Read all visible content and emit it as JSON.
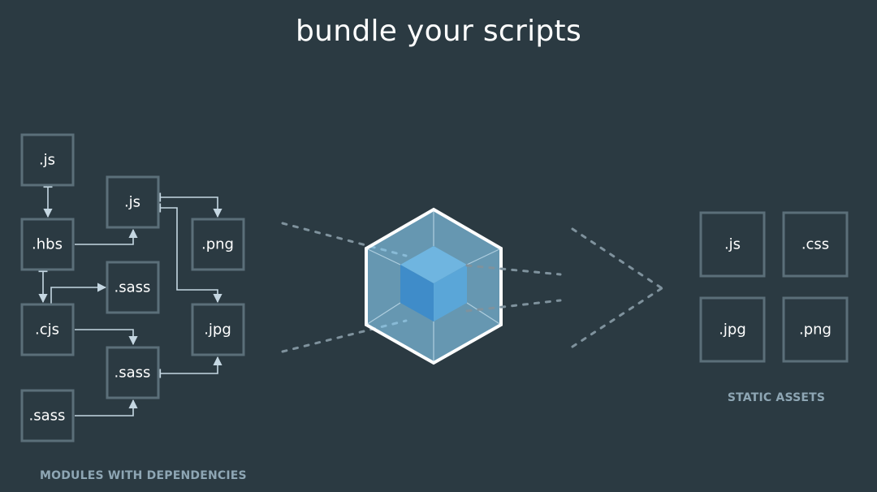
{
  "title": "bundle your scripts",
  "modules": {
    "caption": "MODULES WITH DEPENDENCIES",
    "boxes": [
      {
        "id": "js1",
        "label": ".js"
      },
      {
        "id": "hbs",
        "label": ".hbs"
      },
      {
        "id": "cjs",
        "label": ".cjs"
      },
      {
        "id": "sass3",
        "label": ".sass"
      },
      {
        "id": "js2",
        "label": ".js"
      },
      {
        "id": "sass1",
        "label": ".sass"
      },
      {
        "id": "sass2",
        "label": ".sass"
      },
      {
        "id": "png",
        "label": ".png"
      },
      {
        "id": "jpg",
        "label": ".jpg"
      }
    ]
  },
  "bundler": {
    "icon": "webpack-cube-icon",
    "colors": {
      "outer": "#8ed6fb",
      "inner": "#1c78c0",
      "border": "#ffffff"
    }
  },
  "assets": {
    "caption": "STATIC ASSETS",
    "boxes": [
      {
        "id": "out-js",
        "label": ".js"
      },
      {
        "id": "out-css",
        "label": ".css"
      },
      {
        "id": "out-jpg",
        "label": ".jpg"
      },
      {
        "id": "out-png",
        "label": ".png"
      }
    ]
  },
  "colors": {
    "background": "#2b3a42",
    "box_border": "#5b6f79",
    "connector": "#c5d7e2",
    "caption": "#8ea6b4",
    "dots": "#7f929d"
  }
}
